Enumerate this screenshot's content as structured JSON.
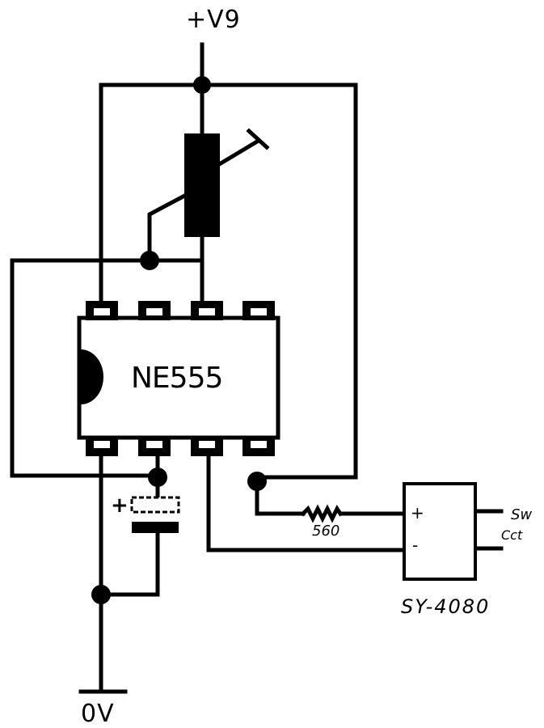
{
  "diagram": {
    "supply_label": "+V9",
    "ic_label": "NE555",
    "resistor_label": "560",
    "module_label": "SY-4080",
    "module_plus": "+",
    "module_minus": "-",
    "switch_label_line1": "Sw",
    "switch_label_line2": "Cct",
    "capacitor_polarity": "+",
    "ground_label": "0V"
  },
  "colors": {
    "ink": "#000000",
    "paper": "#ffffff"
  }
}
